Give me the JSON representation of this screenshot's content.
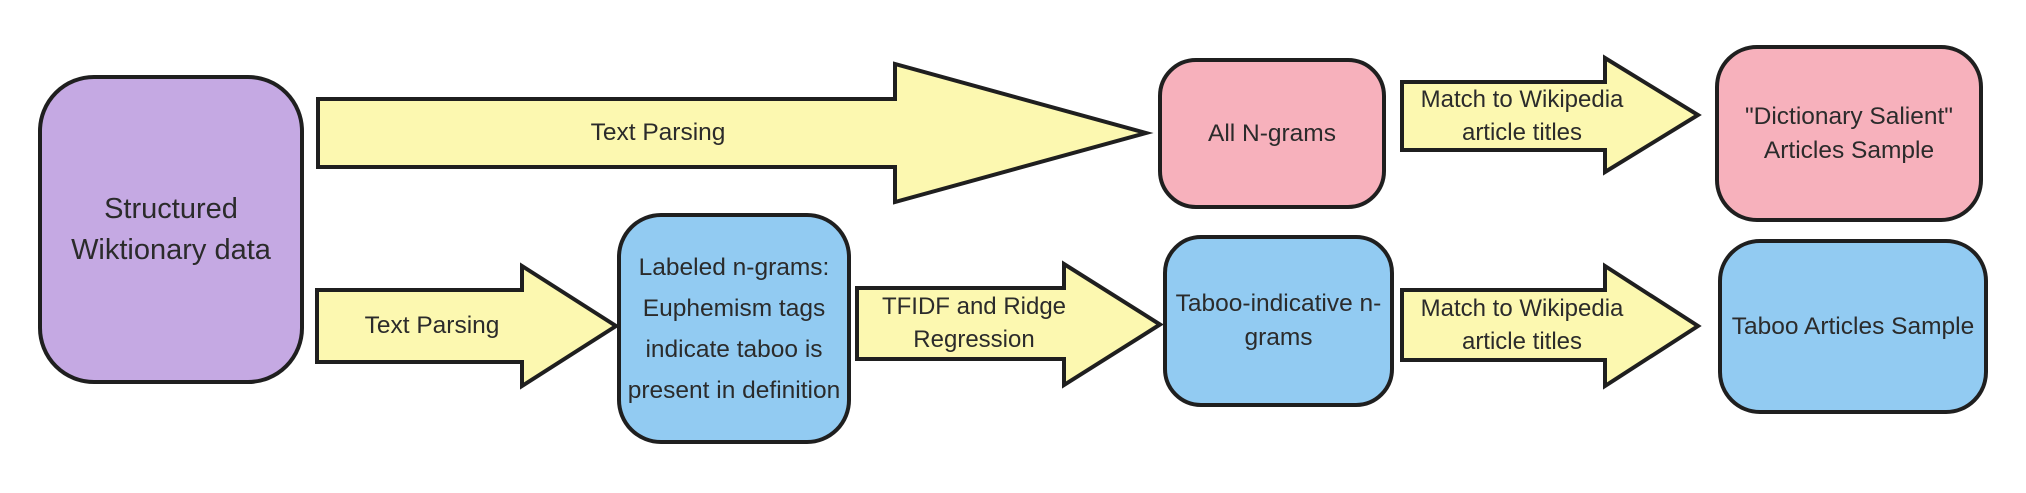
{
  "diagram": {
    "colors": {
      "node_purple": "#c5a9e3",
      "node_pink": "#f7b1bc",
      "node_blue": "#92cbf2",
      "arrow_yellow": "#fcf8b0",
      "stroke": "#1f1f1f",
      "text": "#2b2b2b"
    },
    "nodes": {
      "source": {
        "lines": [
          "Structured",
          "Wiktionary data"
        ]
      },
      "all_ngrams": {
        "lines": [
          "All N-grams"
        ]
      },
      "dict_salient": {
        "lines": [
          "\"Dictionary Salient\"",
          "Articles Sample"
        ]
      },
      "labeled_ngrams": {
        "lines": [
          "Labeled n-grams:",
          "Euphemism tags",
          "indicate taboo is",
          "present in definition"
        ]
      },
      "taboo_ngrams": {
        "lines": [
          "Taboo-indicative n-",
          "grams"
        ]
      },
      "taboo_articles": {
        "lines": [
          "Taboo Articles Sample"
        ]
      }
    },
    "arrows": {
      "text_parsing_top": {
        "lines": [
          "Text Parsing"
        ]
      },
      "match_top": {
        "lines": [
          "Match to Wikipedia",
          "article titles"
        ]
      },
      "text_parsing_bottom": {
        "lines": [
          "Text Parsing"
        ]
      },
      "tfidf": {
        "lines": [
          "TFIDF and Ridge",
          "Regression"
        ]
      },
      "match_bottom": {
        "lines": [
          "Match to Wikipedia",
          "article titles"
        ]
      }
    }
  }
}
